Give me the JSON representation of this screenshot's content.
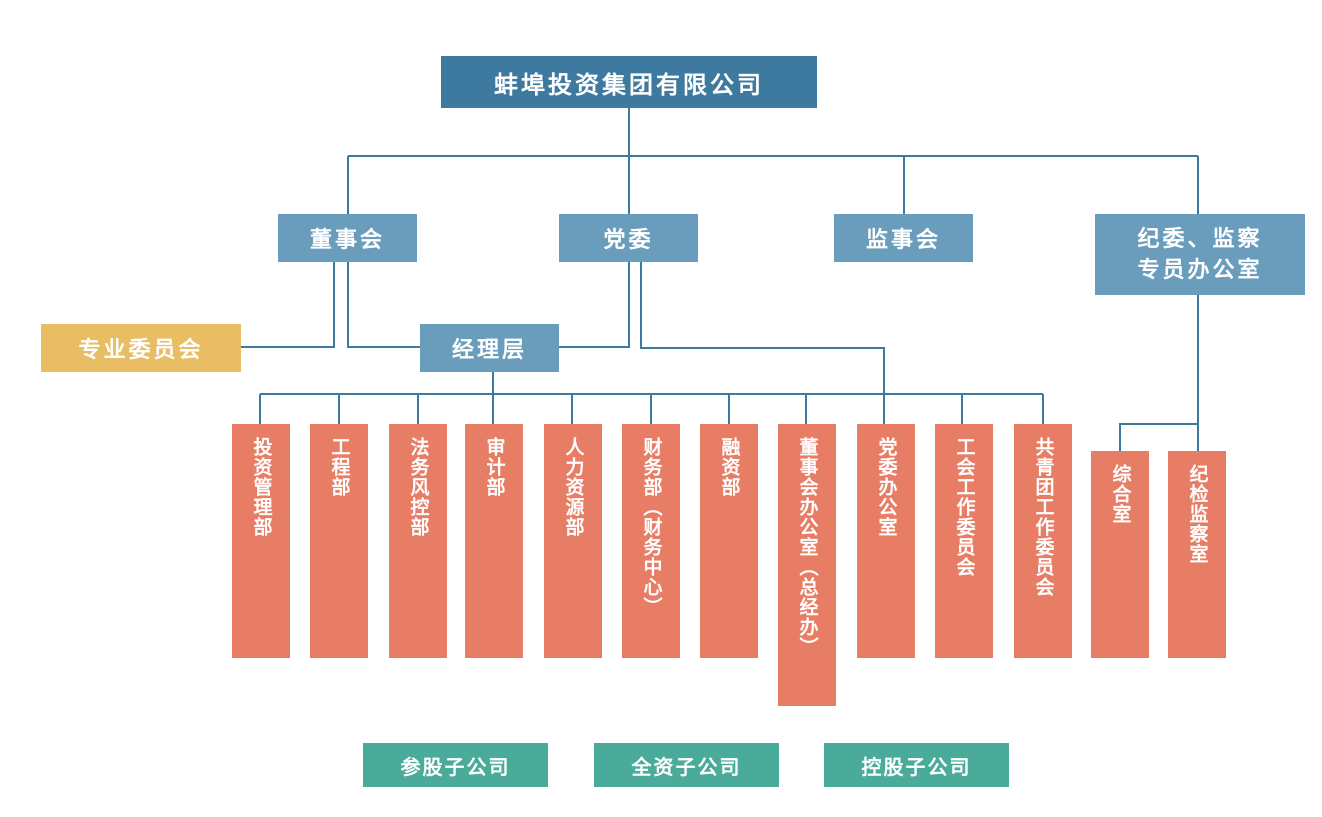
{
  "root": {
    "label": "蚌埠投资集团有限公司"
  },
  "level1": {
    "board": "董事会",
    "party": "党委",
    "supervisory": "监事会",
    "discipline": "纪委、监察\n专员办公室"
  },
  "management": "经理层",
  "committee": "专业委员会",
  "departments": [
    "投资管理部",
    "工程部",
    "法务风控部",
    "审计部",
    "人力资源部",
    "财务部（财务中心）",
    "融资部",
    "董事会办公室（总经办）",
    "党委办公室",
    "工会工作委员会",
    "共青团工作委员会"
  ],
  "discipline_offices": [
    "综合室",
    "纪检监察室"
  ],
  "subsidiaries": [
    "参股子公司",
    "全资子公司",
    "控股子公司"
  ],
  "colors": {
    "root": "#3e7a9f",
    "level1": "#6a9dbb",
    "committee": "#e9bd63",
    "department": "#e87d66",
    "subsidiary": "#4aab9b",
    "connector": "#3e7a9f"
  }
}
